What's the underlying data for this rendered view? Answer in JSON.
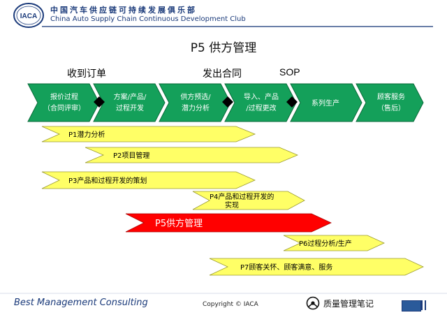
{
  "header": {
    "logo_text": "IACA",
    "org_name_cn": "中国汽车供应链可持续发展俱乐部",
    "org_name_en": "China Auto Supply Chain Continuous Development Club"
  },
  "title": "P5 供方管理",
  "milestones": [
    "收到订单",
    "发出合同",
    "SOP"
  ],
  "phases": [
    {
      "line1": "报价过程",
      "line2": "（合同评审）"
    },
    {
      "line1": "方案/产品/",
      "line2": "过程开发"
    },
    {
      "line1": "供方预选/",
      "line2": "潜力分析"
    },
    {
      "line1": "导入、产品",
      "line2": "/过程更改"
    },
    {
      "line1": "系列生产",
      "line2": ""
    },
    {
      "line1": "顾客服务",
      "line2": "（售后）"
    }
  ],
  "processes": [
    {
      "label": "P1潜力分析",
      "line2": ""
    },
    {
      "label": "P2项目管理",
      "line2": ""
    },
    {
      "label": "P3产品和过程开发的策划",
      "line2": ""
    },
    {
      "label": "P4产品和过程开发的",
      "line2": "实现"
    },
    {
      "label": "P5供方管理",
      "line2": ""
    },
    {
      "label": "P6过程分析/生产",
      "line2": ""
    },
    {
      "label": "P7顾客关怀、顾客满意、服务",
      "line2": ""
    }
  ],
  "colors": {
    "phase_fill": "#14a05a",
    "process_fill": "#ffff66",
    "highlight_fill": "#ff0000",
    "highlight_text": "#ffffff",
    "brand_blue": "#1a3a7a"
  },
  "footer": {
    "company": "Best Management Consulting",
    "copyright": "Copyright © IACA",
    "account": "质量管理笔记"
  }
}
